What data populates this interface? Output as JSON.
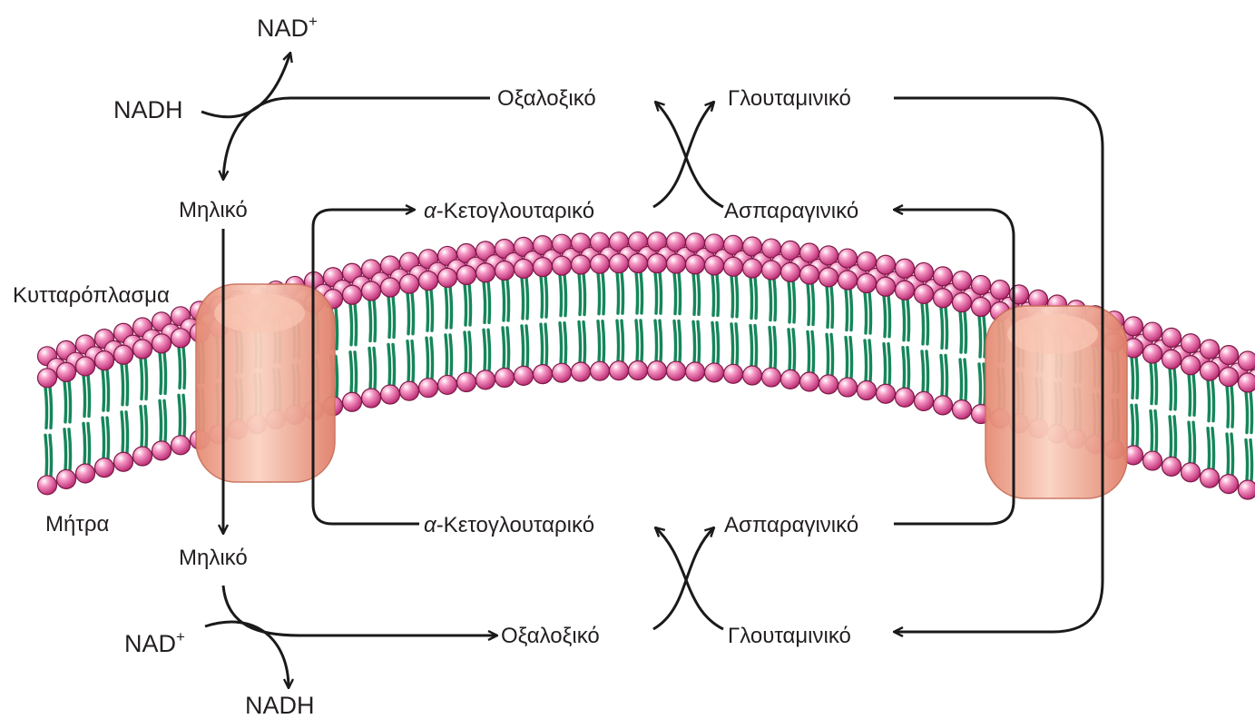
{
  "compartments": {
    "cytoplasm": "Κυτταρόπλασμα",
    "matrix": "Μήτρα"
  },
  "cytoplasm_side": {
    "nadh": "NADH",
    "nad_base": "NAD",
    "nad_sup": "+",
    "oxaloacetate": "Οξαλοξικό",
    "glutamate": "Γλουταμινικό",
    "malate": "Μηλικό",
    "alpha_prefix": "α",
    "ketoglutarate": "-Κετογλουταρικό",
    "aspartate": "Ασπαραγινικό"
  },
  "matrix_side": {
    "alpha_prefix": "α",
    "ketoglutarate": "-Κετογλουταρικό",
    "aspartate": "Ασπαραγινικό",
    "malate": "Μηλικό",
    "nad_base": "NAD",
    "nad_sup": "+",
    "oxaloacetate": "Οξαλοξικό",
    "glutamate": "Γλουταμινικό",
    "nadh": "NADH"
  },
  "colors": {
    "head_group": "#e0569a",
    "lipid_tail": "#15865a",
    "transporter": "#f3b39b",
    "arrow": "#1a1a1a",
    "text": "#231f20"
  }
}
